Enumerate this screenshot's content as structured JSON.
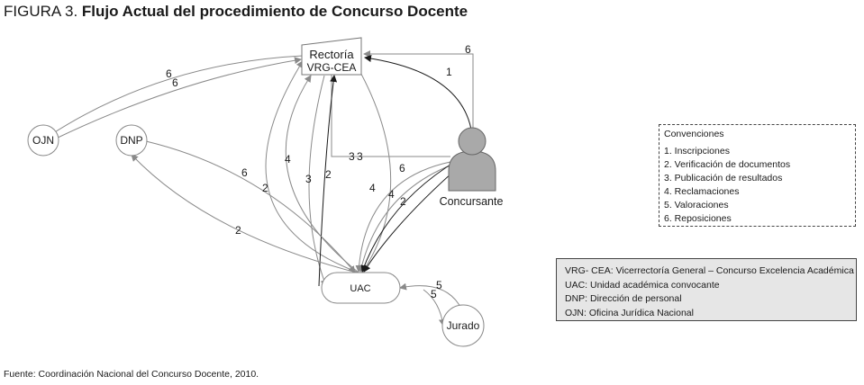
{
  "figure": {
    "label": "FIGURA 3.",
    "title": "Flujo Actual del procedimiento de Concurso Docente"
  },
  "nodes": {
    "rectoria": {
      "line1": "Rectoría",
      "line2": "VRG-CEA"
    },
    "ojn": "OJN",
    "dnp": "DNP",
    "uac": "UAC",
    "jurado": "Jurado",
    "concursante": "Concursante"
  },
  "edge_labels": [
    "6",
    "6",
    "6",
    "1",
    "4",
    "3",
    "2",
    "3",
    "3",
    "6",
    "2",
    "2",
    "6",
    "4",
    "4",
    "2",
    "5",
    "5"
  ],
  "conventions": {
    "heading": "Convenciones",
    "items": [
      "1.  Inscripciones",
      "2.  Verificación de documentos",
      "3.  Publicación de resultados",
      "4.  Reclamaciones",
      "5.  Valoraciones",
      "6.  Reposiciones"
    ]
  },
  "abbreviations": [
    "VRG- CEA: Vicerrectoría General – Concurso Excelencia Académica",
    "UAC: Unidad académica convocante",
    "DNP: Dirección de personal",
    "OJN: Oficina Jurídica Nacional"
  ],
  "source": "Fuente: Coordinación Nacional del Concurso Docente, 2010.",
  "colors": {
    "edge_gray": "#8a8a8a",
    "edge_dark": "#1a1a1a",
    "person_fill": "#a9a9a9",
    "abbr_bg": "#e6e6e6"
  }
}
